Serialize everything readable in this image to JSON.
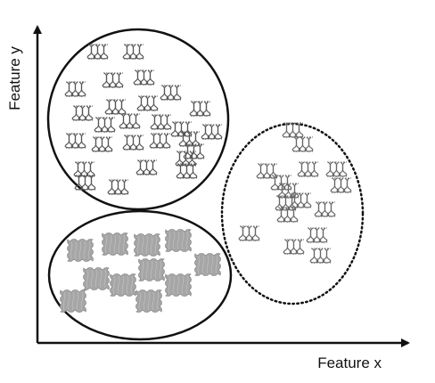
{
  "axes": {
    "x_label": "Feature x",
    "y_label": "Feature y",
    "color": "#111111"
  },
  "clusters": [
    {
      "name": "top-left",
      "border": "solid",
      "glyph_style": "outlined",
      "glyph_color": "#555555",
      "samples": [
        [
          110,
          58
        ],
        [
          150,
          58
        ],
        [
          85,
          100
        ],
        [
          127,
          90
        ],
        [
          162,
          87
        ],
        [
          192,
          104
        ],
        [
          93,
          127
        ],
        [
          130,
          120
        ],
        [
          166,
          116
        ],
        [
          225,
          122
        ],
        [
          118,
          140
        ],
        [
          146,
          136
        ],
        [
          181,
          137
        ],
        [
          204,
          145
        ],
        [
          238,
          148
        ],
        [
          85,
          158
        ],
        [
          115,
          162
        ],
        [
          150,
          160
        ],
        [
          180,
          158
        ],
        [
          213,
          156
        ],
        [
          218,
          170
        ],
        [
          209,
          178
        ],
        [
          95,
          190
        ],
        [
          165,
          188
        ],
        [
          210,
          192
        ],
        [
          96,
          205
        ],
        [
          133,
          210
        ]
      ]
    },
    {
      "name": "right",
      "border": "dotted",
      "glyph_style": "outlined",
      "glyph_color": "#666666",
      "samples": [
        [
          329,
          146
        ],
        [
          340,
          162
        ],
        [
          300,
          192
        ],
        [
          346,
          190
        ],
        [
          378,
          190
        ],
        [
          316,
          205
        ],
        [
          324,
          214
        ],
        [
          383,
          208
        ],
        [
          321,
          228
        ],
        [
          338,
          225
        ],
        [
          365,
          235
        ],
        [
          323,
          241
        ],
        [
          280,
          262
        ],
        [
          356,
          264
        ],
        [
          330,
          277
        ],
        [
          360,
          287
        ]
      ]
    },
    {
      "name": "bottom-left",
      "border": "solid",
      "glyph_style": "filled",
      "glyph_color": "#a6a6a6",
      "samples": [
        [
          90,
          281
        ],
        [
          129,
          274
        ],
        [
          165,
          275
        ],
        [
          200,
          270
        ],
        [
          233,
          297
        ],
        [
          108,
          313
        ],
        [
          138,
          320
        ],
        [
          170,
          303
        ],
        [
          200,
          320
        ],
        [
          82,
          338
        ],
        [
          167,
          338
        ]
      ]
    }
  ]
}
